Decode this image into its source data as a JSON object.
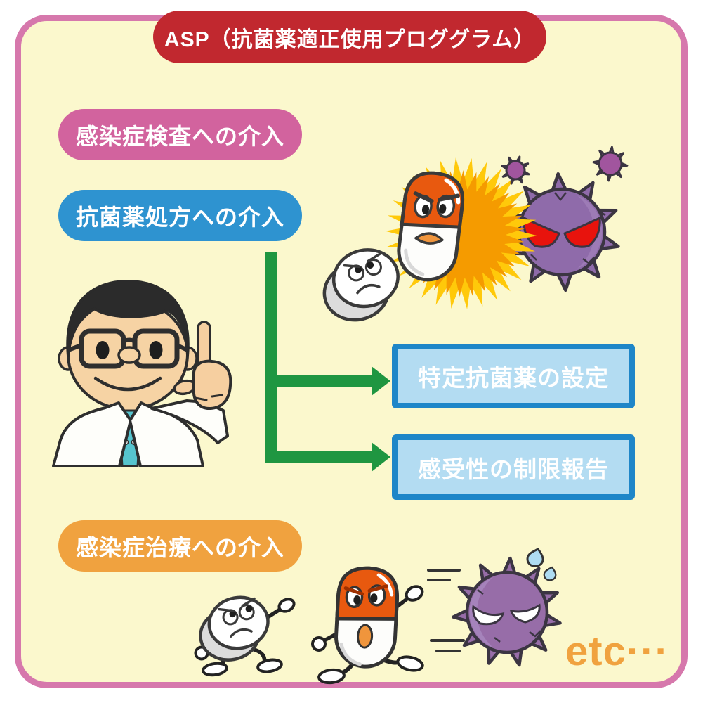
{
  "banner": {
    "label": "ASP（抗菌薬適正使用プロググラム）"
  },
  "interventions": [
    {
      "label": "感染症検査への介入",
      "color": "#D2639E"
    },
    {
      "label": "抗菌薬処方への介入",
      "color": "#2E93D0"
    },
    {
      "label": "感染症治療への介入",
      "color": "#F0A23F"
    }
  ],
  "measures": [
    {
      "label": "特定抗菌薬の設定"
    },
    {
      "label": "感受性の制限報告"
    }
  ],
  "footer": {
    "etc_label": "etc···"
  },
  "colors": {
    "page_background": "#FBF8CD",
    "frame_border": "#D678AC",
    "banner_red": "#C1282F",
    "pill_pink": "#D2639E",
    "pill_blue": "#2E93D0",
    "pill_orange": "#F0A23F",
    "measure_fill": "#B3DCF2",
    "measure_border": "#1E86C8",
    "arrow_green": "#1F9641",
    "capsule_orange": "#E8590F",
    "virus_purple": "#8F6BAA",
    "virus_eye_red": "#E8130D",
    "burst_orange": "#F59B00",
    "burst_yellow": "#FFC90A",
    "etc_orange": "#F0A23F"
  },
  "illustrations": {
    "doctor": "doctor-pointing-illustration",
    "top_tablet": "worried-tablet-character",
    "top_capsule": "angry-capsule-character",
    "burst": "clash-burst",
    "big_virus": "angry-virus-character",
    "small_viruses": "small-virus-icons",
    "bottom_tablet": "running-tablet-character",
    "bottom_capsule": "running-capsule-character",
    "fleeing_virus": "fleeing-virus-character"
  }
}
